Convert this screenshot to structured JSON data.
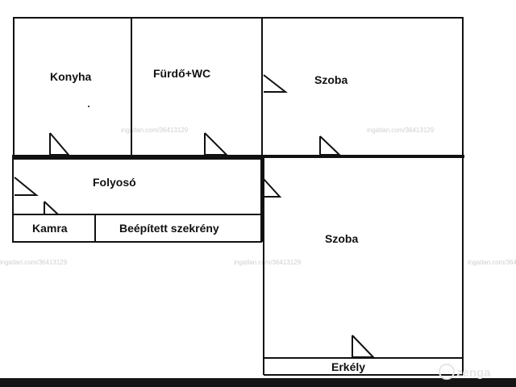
{
  "colors": {
    "background": "#ffffff",
    "wall": "#111111",
    "bottom_bar": "#151515",
    "watermark": "#cfcfcf",
    "logo": "#e6e6e6"
  },
  "rooms": {
    "kitchen": "Konyha",
    "bathroom": "Fürdő+WC",
    "room_top": "Szoba",
    "corridor": "Folyosó",
    "pantry": "Kamra",
    "wardrobe": "Beépített szekrény",
    "room_bottom": "Szoba",
    "balcony": "Erkély"
  },
  "watermark": {
    "text": "ingatlan.com/36413129"
  },
  "brand": {
    "logo_text": "zenga",
    "logo_icon": "zenga-logo-icon"
  }
}
